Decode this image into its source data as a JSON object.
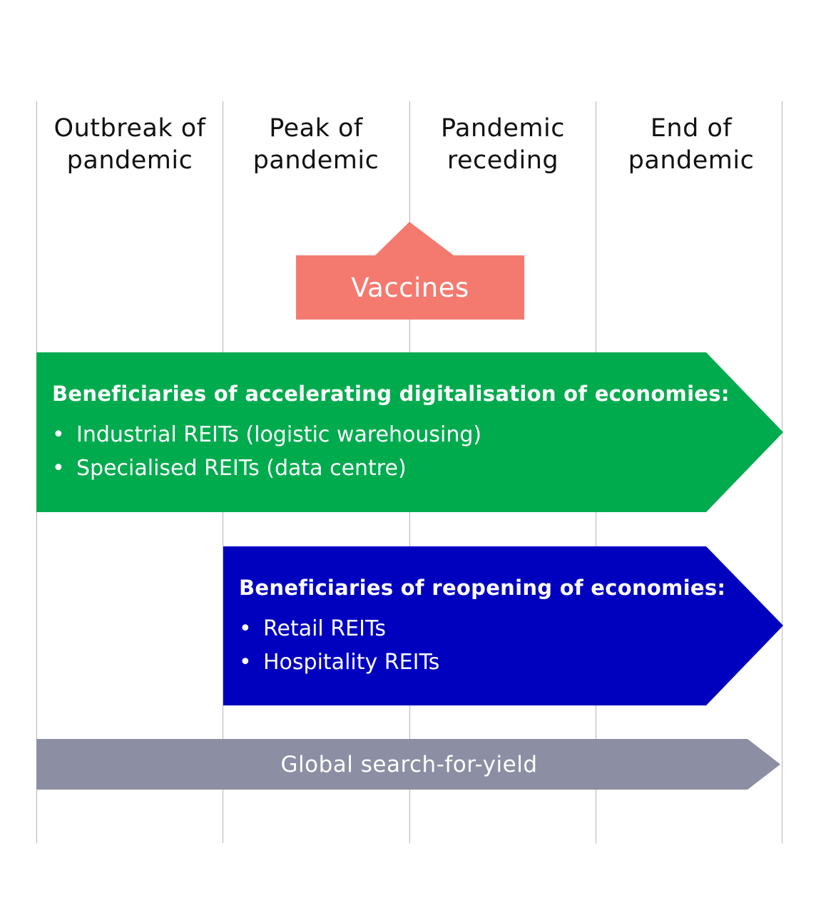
{
  "columns": [
    {
      "line1": "Outbreak of",
      "line2": "pandemic"
    },
    {
      "line1": "Peak of",
      "line2": "pandemic"
    },
    {
      "line1": "Pandemic",
      "line2": "receding"
    },
    {
      "line1": "End of",
      "line2": "pandemic"
    }
  ],
  "vaccines": {
    "label": "Vaccines",
    "color": "#f47a70"
  },
  "digitalisation": {
    "title": "Beneficiaries of accelerating digitalisation of economies:",
    "items": [
      "Industrial REITs (logistic warehousing)",
      "Specialised REITs (data centre)"
    ],
    "color": "#00ab4e"
  },
  "reopening": {
    "title": "Beneficiaries of reopening of economies:",
    "items": [
      "Retail REITs",
      "Hospitality REITs"
    ],
    "color": "#0000bf"
  },
  "yield": {
    "label": "Global search-for-yield",
    "color": "#8c8fa3"
  },
  "bullet_char": "•"
}
